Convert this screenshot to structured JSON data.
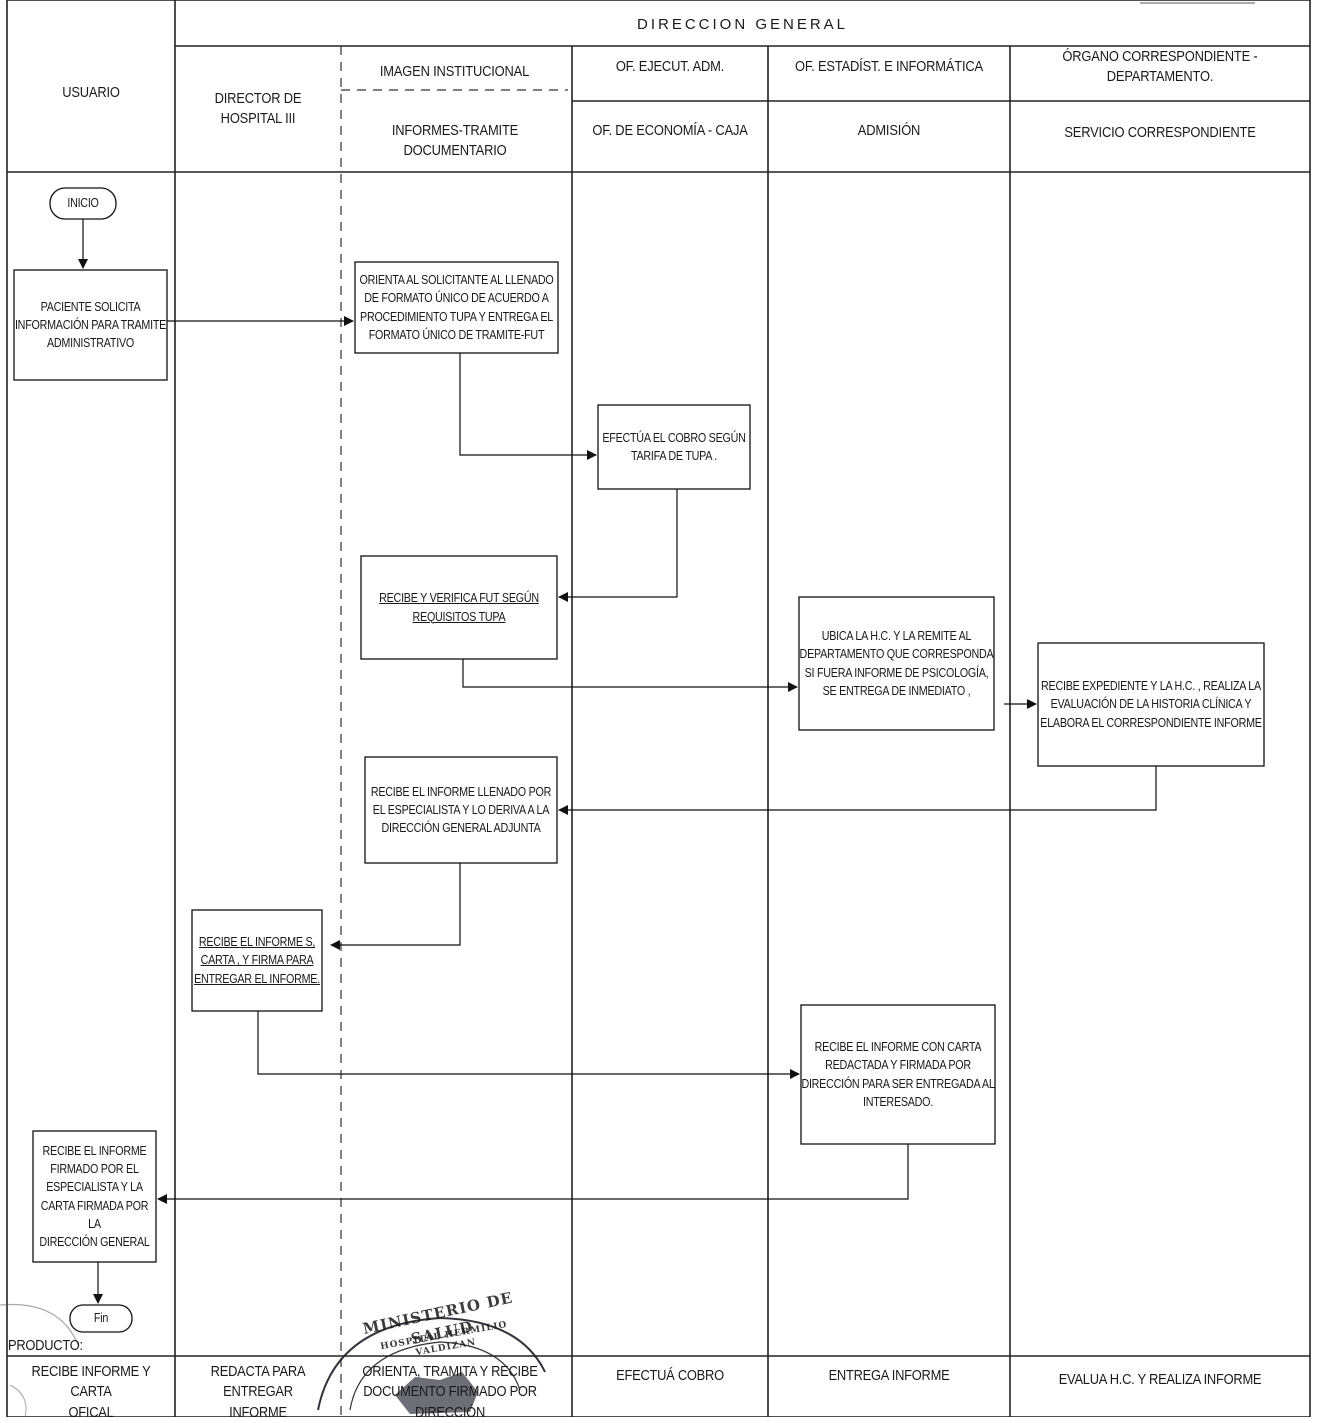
{
  "header": {
    "top": "DIRECCION GENERAL",
    "usuario": "USUARIO",
    "director": "DIRECTOR DE\nHOSPITAL III",
    "imagen": "IMAGEN INSTITUCIONAL",
    "informes": "INFORMES-TRAMITE DOCUMENTARIO",
    "ofEjecut": "OF. EJECUT. ADM.",
    "ofEconomia": "OF. DE ECONOMÍA - CAJA",
    "ofEstadist": "OF. ESTADÍST. E INFORMÁTICA",
    "admision": "ADMISIÓN",
    "organo": "ÓRGANO CORRESPONDIENTE - DEPARTAMENTO.",
    "servicio": "SERVICIO CORRESPONDIENTE"
  },
  "terminals": {
    "start": "INICIO",
    "end": "Fin"
  },
  "steps": {
    "s1": "PACIENTE SOLICITA\nINFORMACIÓN PARA TRAMITE\nADMINISTRATIVO",
    "s2": "ORIENTA AL SOLICITANTE AL LLENADO\nDE FORMATO ÚNICO DE ACUERDO A\nPROCEDIMIENTO TUPA Y ENTREGA EL\nFORMATO ÚNICO DE TRAMITE-FUT",
    "s3": "EFECTÚA EL COBRO SEGÚN\nTARIFA DE TUPA .",
    "s4": "RECIBE Y VERIFICA FUT SEGÚN\nREQUISITOS TUPA",
    "s5": "UBICA LA H.C. Y LA REMITE AL\nDEPARTAMENTO QUE CORRESPONDA\nSI FUERA INFORME DE PSICOLOGÍA,\nSE ENTREGA DE INMEDIATO ,",
    "s6": "RECIBE EXPEDIENTE Y LA H.C. ,  REALIZA LA\nEVALUACIÓN DE LA HISTORIA CLÍNICA Y\nELABORA EL CORRESPONDIENTE INFORME",
    "s7": "RECIBE  EL INFORME LLENADO POR\nEL ESPECIALISTA Y LO DERIVA A LA\nDIRECCIÓN GENERAL ADJUNTA",
    "s8": "RECIBE  EL INFORME S,\nCARTA , Y FIRMA PARA\nENTREGAR EL INFORME.",
    "s9": "RECIBE EL INFORME CON CARTA\nREDACTADA Y FIRMADA POR\nDIRECCIÓN PARA SER ENTREGADA AL\nINTERESADO.",
    "s10": "RECIBE  EL INFORME\nFIRMADO POR EL\nESPECIALISTA Y LA\nCARTA FIRMADA POR LA\nDIRECCIÓN GENERAL"
  },
  "footer": {
    "producto": "PRODUCTO:",
    "usuario": "RECIBE INFORME Y CARTA\nOFICAL",
    "director": "REDACTA PARA ENTREGAR\nINFORME",
    "informes": "ORIENTA, TRAMITA Y RECIBE\nDOCUMENTO FIRMADO POR DIRECCIÓN",
    "economia": "EFECTUÁ COBRO",
    "admision": "ENTREGA INFORME",
    "servicio": "EVALUA H.C. Y REALIZA INFORME"
  },
  "stamp": {
    "ministerio": "MINISTERIO DE SALUD",
    "hospital": "HOSPITAL HERMILIO VALDIZAN"
  }
}
